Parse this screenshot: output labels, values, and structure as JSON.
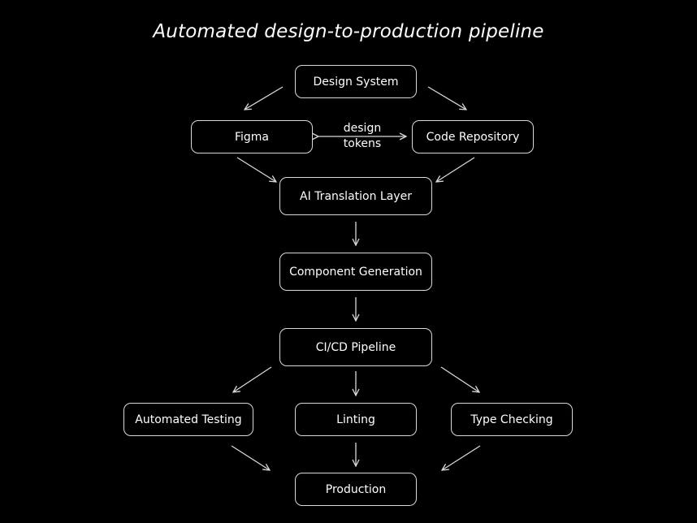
{
  "title": "Automated design-to-production pipeline",
  "nodes": {
    "design_system": "Design System",
    "figma": "Figma",
    "code_repository": "Code Repository",
    "ai_translation_layer": "AI Translation Layer",
    "component_generation": "Component Generation",
    "ci_cd_pipeline": "CI/CD Pipeline",
    "automated_testing": "Automated Testing",
    "linting": "Linting",
    "type_checking": "Type Checking",
    "production": "Production"
  },
  "edge_labels": {
    "design_tokens_line1": "design",
    "design_tokens_line2": "tokens"
  },
  "colors": {
    "background": "#000000",
    "stroke": "#d9d9d9",
    "text": "#ffffff"
  }
}
